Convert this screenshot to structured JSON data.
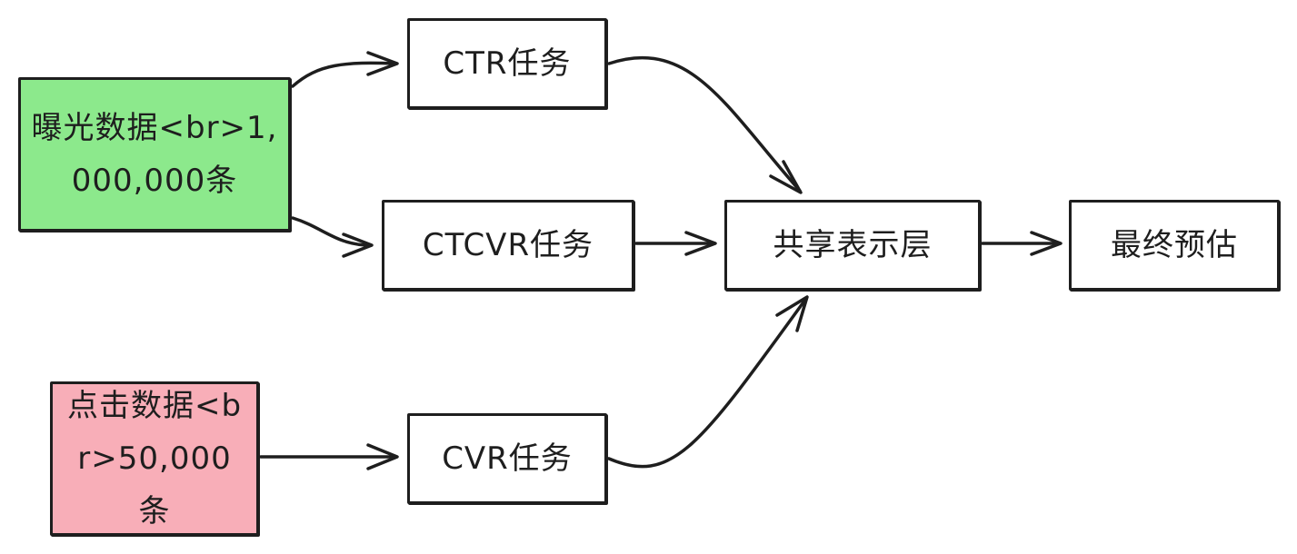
{
  "diagram": {
    "nodes": {
      "exposure": {
        "label": "曝光数据<br>1,000,000条",
        "fill": "#8ce98c"
      },
      "click": {
        "label": "点击数据<br>50,000条",
        "fill": "#f8aeb8"
      },
      "ctr": {
        "label": "CTR任务"
      },
      "ctcvr": {
        "label": "CTCVR任务"
      },
      "cvr": {
        "label": "CVR任务"
      },
      "shared": {
        "label": "共享表示层"
      },
      "final": {
        "label": "最终预估"
      }
    },
    "edges": [
      {
        "from": "曝光数据",
        "to": "CTR任务"
      },
      {
        "from": "曝光数据",
        "to": "CTCVR任务"
      },
      {
        "from": "点击数据",
        "to": "CVR任务"
      },
      {
        "from": "CTR任务",
        "to": "共享表示层"
      },
      {
        "from": "CTCVR任务",
        "to": "共享表示层"
      },
      {
        "from": "CVR任务",
        "to": "共享表示层"
      },
      {
        "from": "共享表示层",
        "to": "最终预估"
      }
    ],
    "stroke_color": "#1e1e1e"
  }
}
